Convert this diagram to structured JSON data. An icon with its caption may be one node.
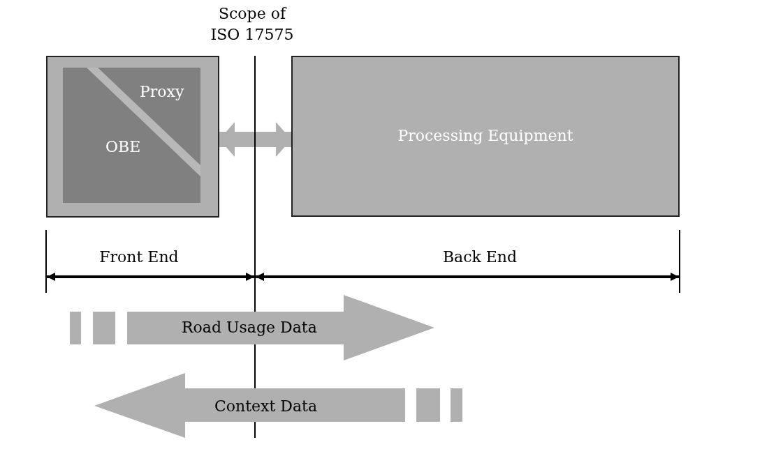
{
  "diagram": {
    "nodes": [
      {
        "text": [],
        "shape": "box"
      },
      {
        "text": [],
        "shape": "box",
        "in": 0
      },
      {
        "text": [
          "Proxy"
        ],
        "in": 1
      },
      {
        "text": [
          "OBE"
        ],
        "in": 1
      },
      {
        "text": [
          "Processing Equipment"
        ]
      },
      {
        "text": [
          "Road Usage Data"
        ]
      },
      {
        "text": [
          "Context Data"
        ]
      }
    ],
    "edges": [
      {
        "from": 0,
        "to": 4,
        "arrow": "both"
      }
    ],
    "labels": [
      "Scope of ISO 17575",
      "Front End",
      "Back End"
    ]
  }
}
